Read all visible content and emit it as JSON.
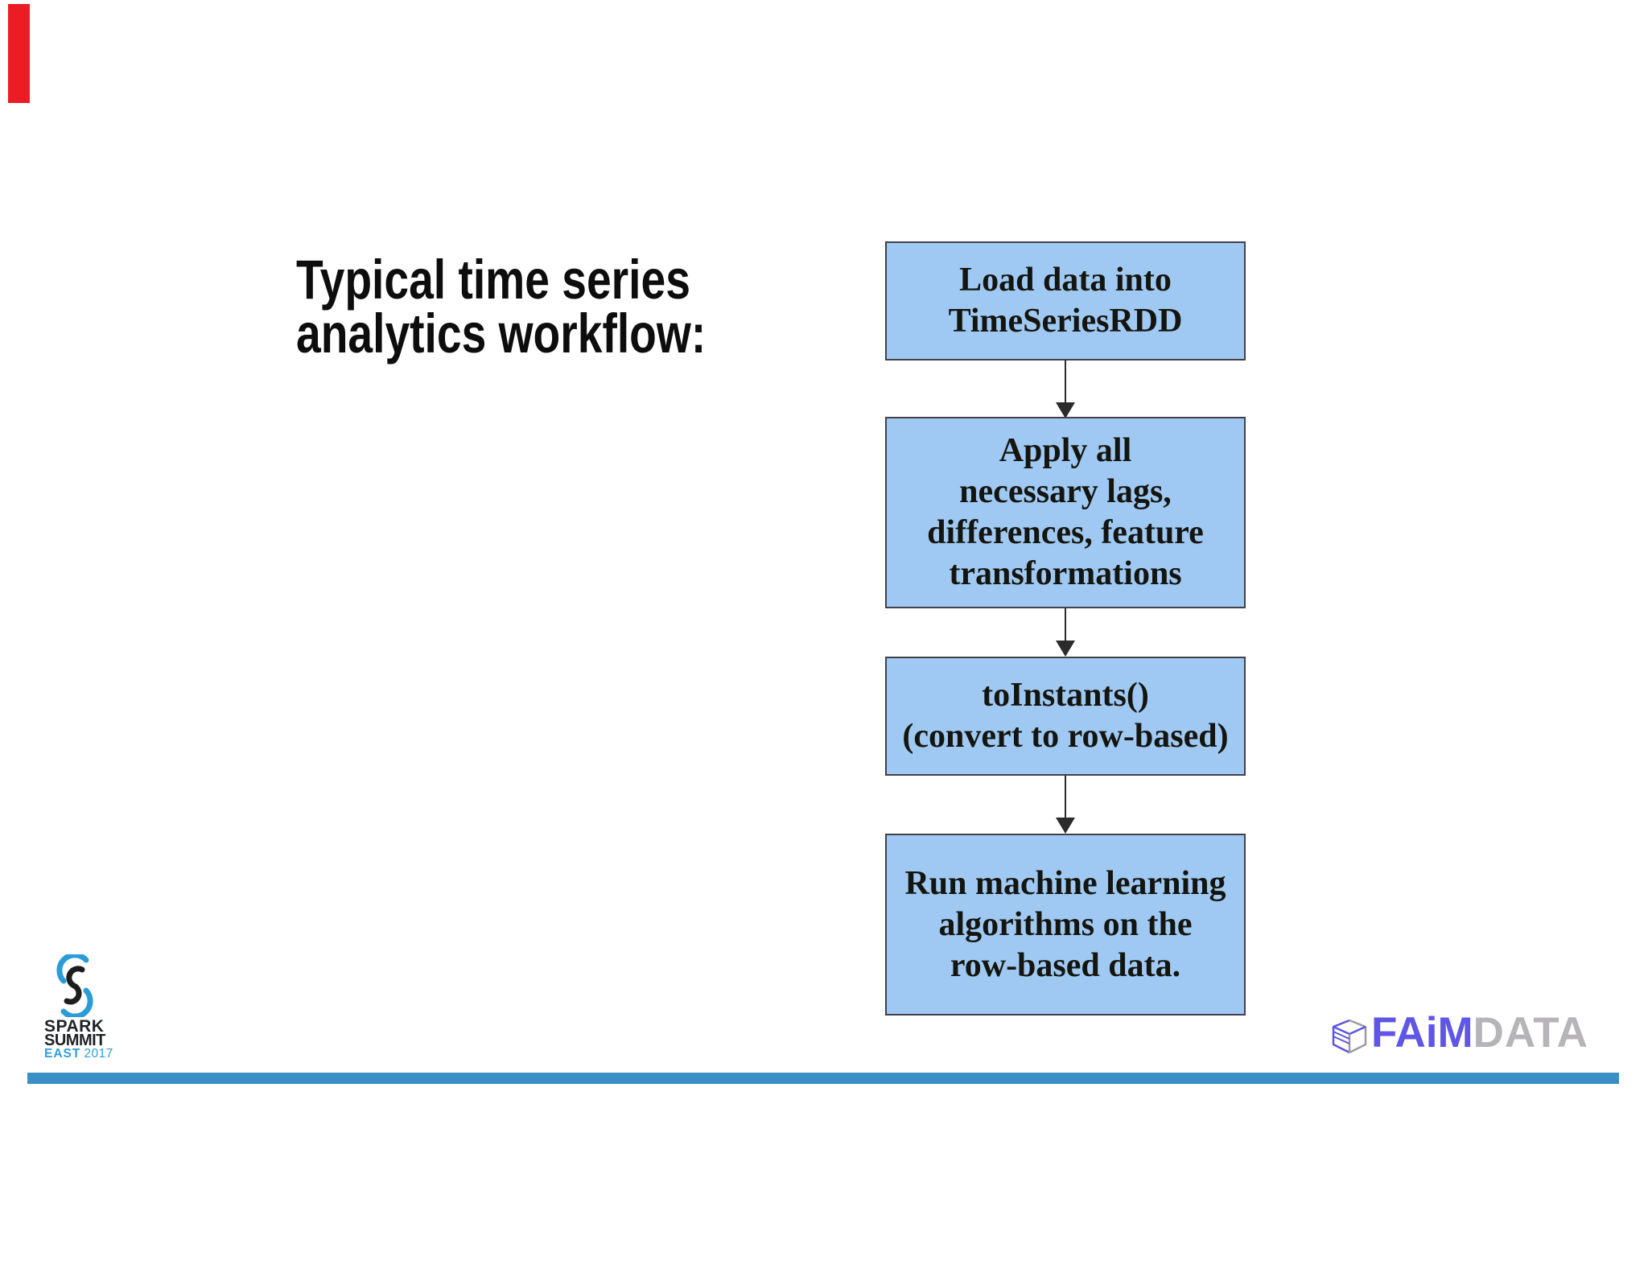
{
  "slide": {
    "title_lines": [
      "Typical time series",
      "analytics workflow:"
    ]
  },
  "flowchart": {
    "boxes": [
      {
        "lines": [
          "Load data into",
          "TimeSeriesRDD"
        ]
      },
      {
        "lines": [
          "Apply all",
          "necessary lags,",
          "differences, feature",
          "transformations"
        ]
      },
      {
        "lines": [
          "toInstants()",
          "(convert to row-based)"
        ]
      },
      {
        "lines": [
          "Run machine learning",
          "algorithms on the",
          "row-based data."
        ]
      }
    ],
    "connector_style": "down-arrow"
  },
  "footer": {
    "spark": {
      "line1": "SPARK",
      "line2": "SUMMIT",
      "east": "EAST",
      "year": "2017"
    },
    "faimdata": {
      "faim": "FAiM",
      "data": "DATA"
    }
  },
  "icons": {
    "spark_swirl": "spark-swirl-icon",
    "faimdata_cube": "faimdata-cube-icon"
  },
  "colors": {
    "box_fill": "#9fc9f3",
    "box_border": "#41414b",
    "arrow": "#2b2b2b",
    "bottom_bar_blue": "#3b8fc4",
    "spark_blue": "#2f9fd5",
    "faim_purple": "#5f55e6",
    "data_gray": "#b6b4b8",
    "red_marker": "#ec1c24",
    "title_text": "#0d0d0d",
    "box_text": "#15150f"
  }
}
